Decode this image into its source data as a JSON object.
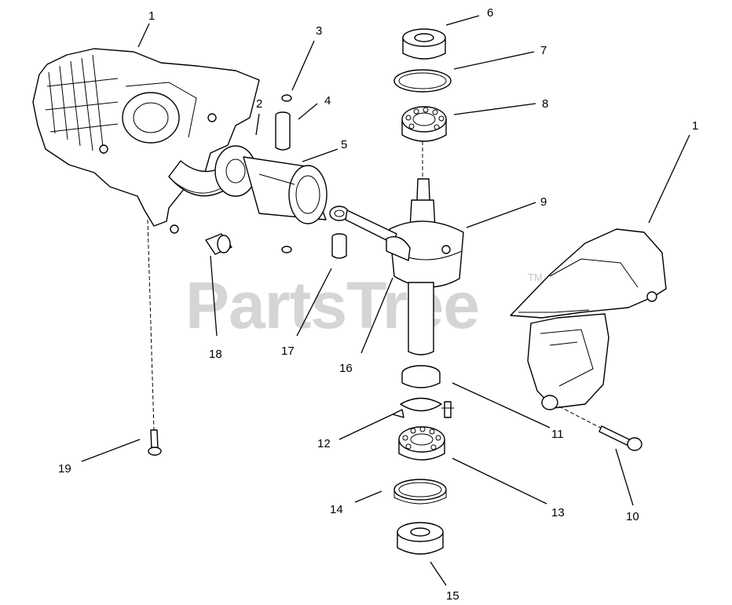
{
  "watermark": {
    "text": "PartsTree",
    "trademark": "TM"
  },
  "callouts": [
    {
      "id": "1a",
      "label": "1"
    },
    {
      "id": "1b",
      "label": "1"
    },
    {
      "id": "2",
      "label": "2"
    },
    {
      "id": "3",
      "label": "3"
    },
    {
      "id": "4",
      "label": "4"
    },
    {
      "id": "5",
      "label": "5"
    },
    {
      "id": "6",
      "label": "6"
    },
    {
      "id": "7",
      "label": "7"
    },
    {
      "id": "8",
      "label": "8"
    },
    {
      "id": "9",
      "label": "9"
    },
    {
      "id": "10",
      "label": "10"
    },
    {
      "id": "11",
      "label": "11"
    },
    {
      "id": "12",
      "label": "12"
    },
    {
      "id": "13",
      "label": "13"
    },
    {
      "id": "14",
      "label": "14"
    },
    {
      "id": "15",
      "label": "15"
    },
    {
      "id": "16",
      "label": "16"
    },
    {
      "id": "17",
      "label": "17"
    },
    {
      "id": "18",
      "label": "18"
    },
    {
      "id": "19",
      "label": "19"
    }
  ]
}
